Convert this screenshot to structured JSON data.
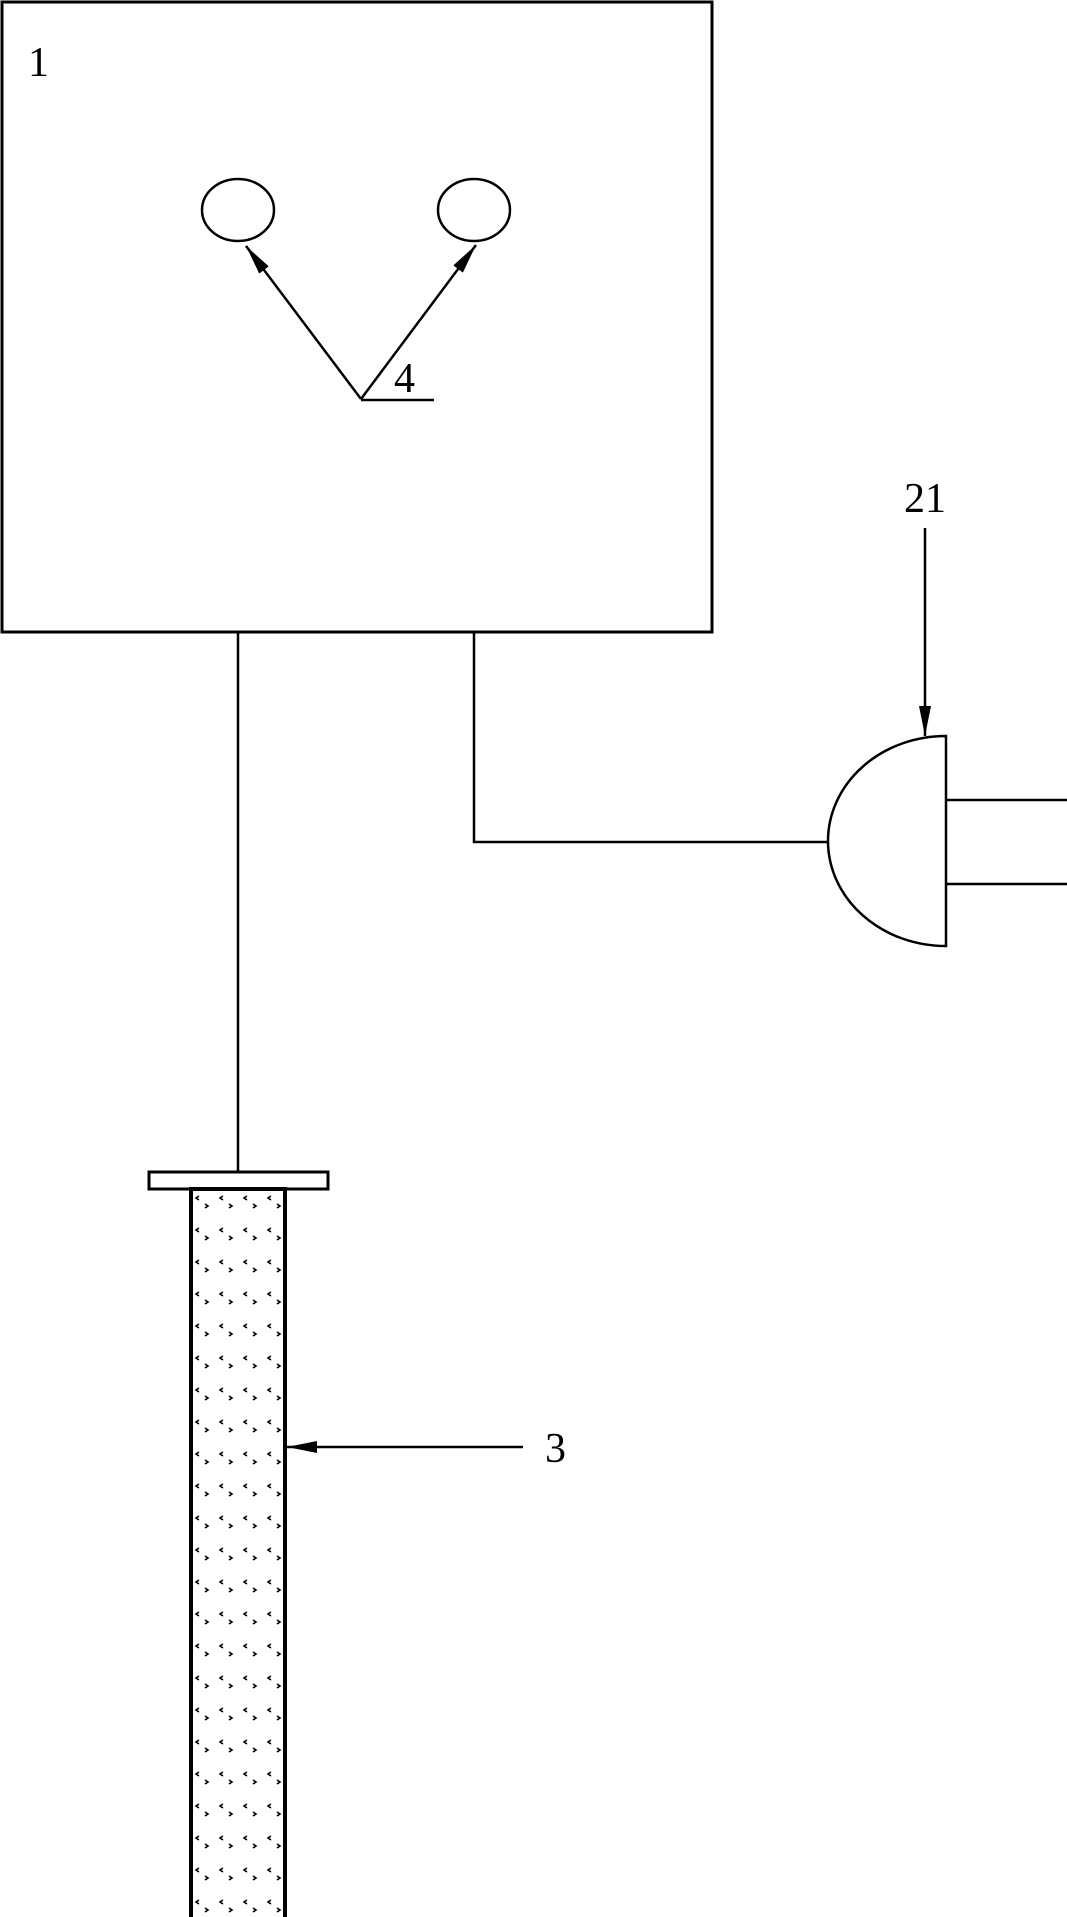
{
  "labels": {
    "housing": "1",
    "indicators": "4",
    "plug": "21",
    "probe": "3"
  },
  "colors": {
    "line": "#000000",
    "background": "#ffffff"
  }
}
